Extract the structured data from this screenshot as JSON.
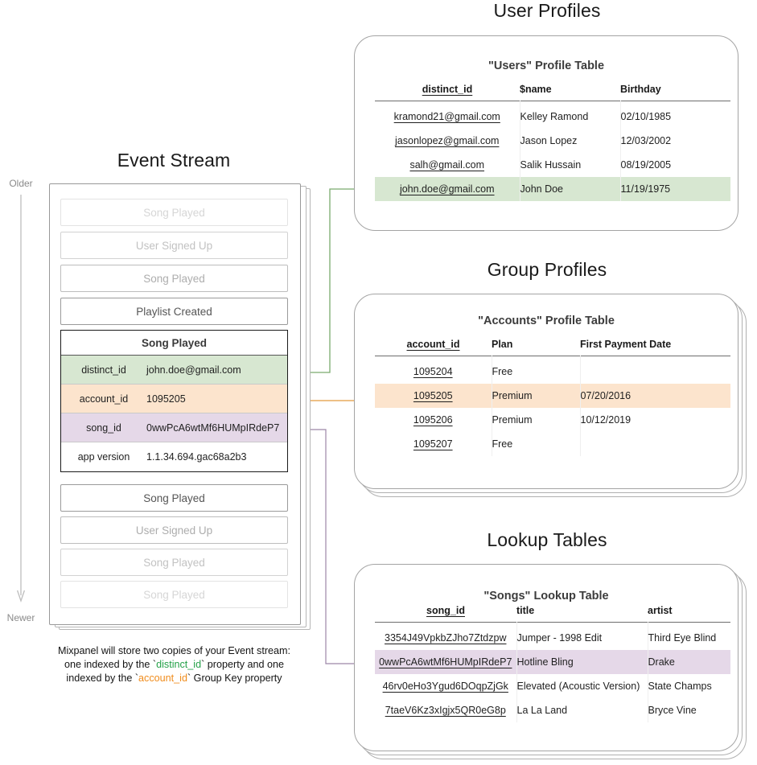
{
  "timeline": {
    "older_label": "Older",
    "newer_label": "Newer"
  },
  "event_stream": {
    "title": "Event Stream",
    "caption": {
      "line1": "Mixpanel will store two copies of your Event stream:",
      "line2_a": "one indexed by the `",
      "line2_token": "distinct_id",
      "line2_b": "` property and one",
      "line3_a": "indexed by the `",
      "line3_token": "account_id",
      "line3_b": "` Group Key property"
    },
    "events_before": [
      {
        "label": "Song Played",
        "fade": "faint-1"
      },
      {
        "label": "User Signed Up",
        "fade": "faint-2"
      },
      {
        "label": "Song Played",
        "fade": "faint-3"
      },
      {
        "label": "Playlist Created",
        "fade": "solid"
      }
    ],
    "events_after": [
      {
        "label": "Song Played",
        "fade": "solid"
      },
      {
        "label": "User Signed Up",
        "fade": "faint-3"
      },
      {
        "label": "Song Played",
        "fade": "faint-2"
      },
      {
        "label": "Song Played",
        "fade": "faint-1"
      }
    ],
    "selected_event": {
      "name": "Song Played",
      "properties": [
        {
          "key": "distinct_id",
          "value": "john.doe@gmail.com",
          "highlight": "#d7e7d1"
        },
        {
          "key": "account_id",
          "value": "1095205",
          "highlight": "#fce4cd"
        },
        {
          "key": "song_id",
          "value": "0wwPcA6wtMf6HUMpIRdeP7",
          "highlight": "#e5d8e8"
        },
        {
          "key": "app version",
          "value": "1.1.34.694.gac68a2b3",
          "highlight": ""
        }
      ]
    }
  },
  "user_profiles": {
    "section_title": "User Profiles",
    "panel_title": "\"Users\" Profile Table",
    "columns": [
      "distinct_id",
      "$name",
      "Birthday"
    ],
    "rows": [
      {
        "cells": [
          "kramond21@gmail.com",
          "Kelley Ramond",
          "02/10/1985"
        ],
        "highlight": ""
      },
      {
        "cells": [
          "jasonlopez@gmail.com",
          "Jason Lopez",
          "12/03/2002"
        ],
        "highlight": ""
      },
      {
        "cells": [
          "salh@gmail.com",
          "Salik Hussain",
          "08/19/2005"
        ],
        "highlight": ""
      },
      {
        "cells": [
          "john.doe@gmail.com",
          "John Doe",
          "11/19/1975"
        ],
        "highlight": "#d7e7d1"
      }
    ]
  },
  "group_profiles": {
    "section_title": "Group Profiles",
    "panel_title": "\"Accounts\" Profile Table",
    "columns": [
      "account_id",
      "Plan",
      "First Payment Date"
    ],
    "rows": [
      {
        "cells": [
          "1095204",
          "Free",
          ""
        ],
        "highlight": ""
      },
      {
        "cells": [
          "1095205",
          "Premium",
          "07/20/2016"
        ],
        "highlight": "#fce4cd"
      },
      {
        "cells": [
          "1095206",
          "Premium",
          "10/12/2019"
        ],
        "highlight": ""
      },
      {
        "cells": [
          "1095207",
          "Free",
          ""
        ],
        "highlight": ""
      }
    ]
  },
  "lookup_tables": {
    "section_title": "Lookup Tables",
    "panel_title": "\"Songs\" Lookup Table",
    "columns": [
      "song_id",
      "title",
      "artist"
    ],
    "rows": [
      {
        "cells": [
          "3354J49VpkbZJho7Ztdzpw",
          "Jumper - 1998 Edit",
          "Third Eye Blind"
        ],
        "highlight": ""
      },
      {
        "cells": [
          "0wwPcA6wtMf6HUMpIRdeP7",
          "Hotline Bling",
          "Drake"
        ],
        "highlight": "#e5d8e8"
      },
      {
        "cells": [
          "46rv0eHo3Ygud6DOqpZjGk",
          "Elevated (Acoustic Version)",
          "State Champs"
        ],
        "highlight": ""
      },
      {
        "cells": [
          "7taeV6Kz3xIgjx5QR0eG8p",
          "La La Land",
          "Bryce Vine"
        ],
        "highlight": ""
      }
    ]
  },
  "colors": {
    "green": "#7aab6e",
    "orange": "#e8a33d",
    "purple": "#9c86a8",
    "gray_line": "#b0b0b0"
  }
}
